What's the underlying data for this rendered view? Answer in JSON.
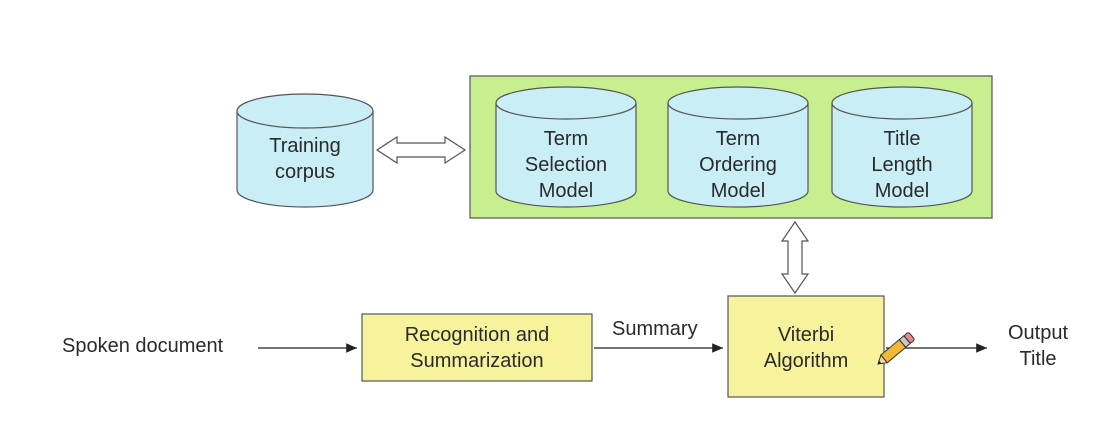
{
  "training_corpus": {
    "lines": [
      "Training",
      "corpus"
    ]
  },
  "models": [
    {
      "lines": [
        "Term",
        "Selection",
        "Model"
      ]
    },
    {
      "lines": [
        "Term",
        "Ordering",
        "Model"
      ]
    },
    {
      "lines": [
        "Title",
        "Length",
        "Model"
      ]
    }
  ],
  "input_label": "Spoken document",
  "recognition_box": {
    "lines": [
      "Recognition and",
      "Summarization"
    ]
  },
  "summary_label": "Summary",
  "viterbi_box": {
    "lines": [
      "Viterbi",
      "Algorithm"
    ]
  },
  "output_label": {
    "lines": [
      "Output",
      "Title"
    ]
  },
  "colors": {
    "cylinder_fill": "#c9eef5",
    "model_panel_fill": "#c6f08f",
    "process_box_fill": "#f6f39c",
    "stroke": "#555555"
  },
  "icons": [
    "pencil-cursor-icon"
  ]
}
